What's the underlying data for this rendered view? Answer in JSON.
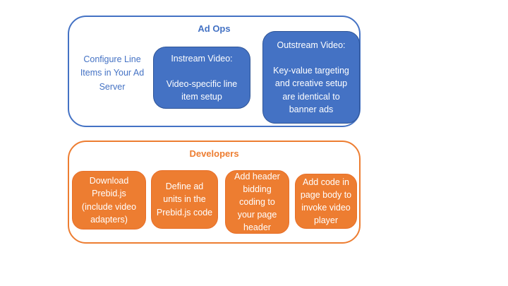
{
  "colors": {
    "blue": "#4472C4",
    "blue_dark": "#2F5597",
    "orange": "#ED7D31",
    "orange_dark": "#E8702A"
  },
  "ad_ops": {
    "title": "Ad Ops",
    "side_note": "Configure Line Items in Your Ad Server",
    "boxes": [
      {
        "heading": "Instream Video:",
        "body": "Video-specific line item setup"
      },
      {
        "heading": "Outstream Video:",
        "body": "Key-value targeting and creative setup are identical to banner ads"
      }
    ]
  },
  "developers": {
    "title": "Developers",
    "steps": [
      {
        "label": "Download Prebid.js (include video adapters)"
      },
      {
        "label": "Define ad units in the Prebid.js code"
      },
      {
        "label": "Add header bidding coding to your page header"
      },
      {
        "label": "Add code in page body to invoke video player"
      }
    ]
  }
}
